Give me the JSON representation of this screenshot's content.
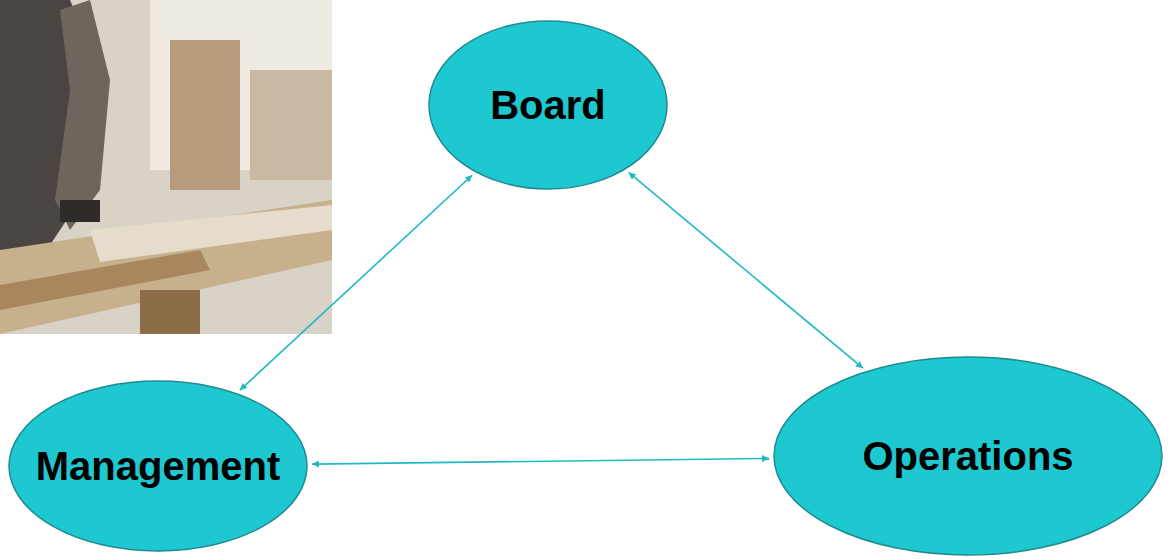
{
  "diagram": {
    "nodes": [
      {
        "text": [
          "Board"
        ]
      },
      {
        "text": [
          "Management"
        ]
      },
      {
        "text": [
          "Operations"
        ]
      }
    ],
    "edges": [
      {
        "from": 0,
        "to": 1,
        "arrow": "both"
      },
      {
        "from": 0,
        "to": 2,
        "arrow": "both"
      },
      {
        "from": 1,
        "to": 2,
        "arrow": "both"
      }
    ]
  }
}
